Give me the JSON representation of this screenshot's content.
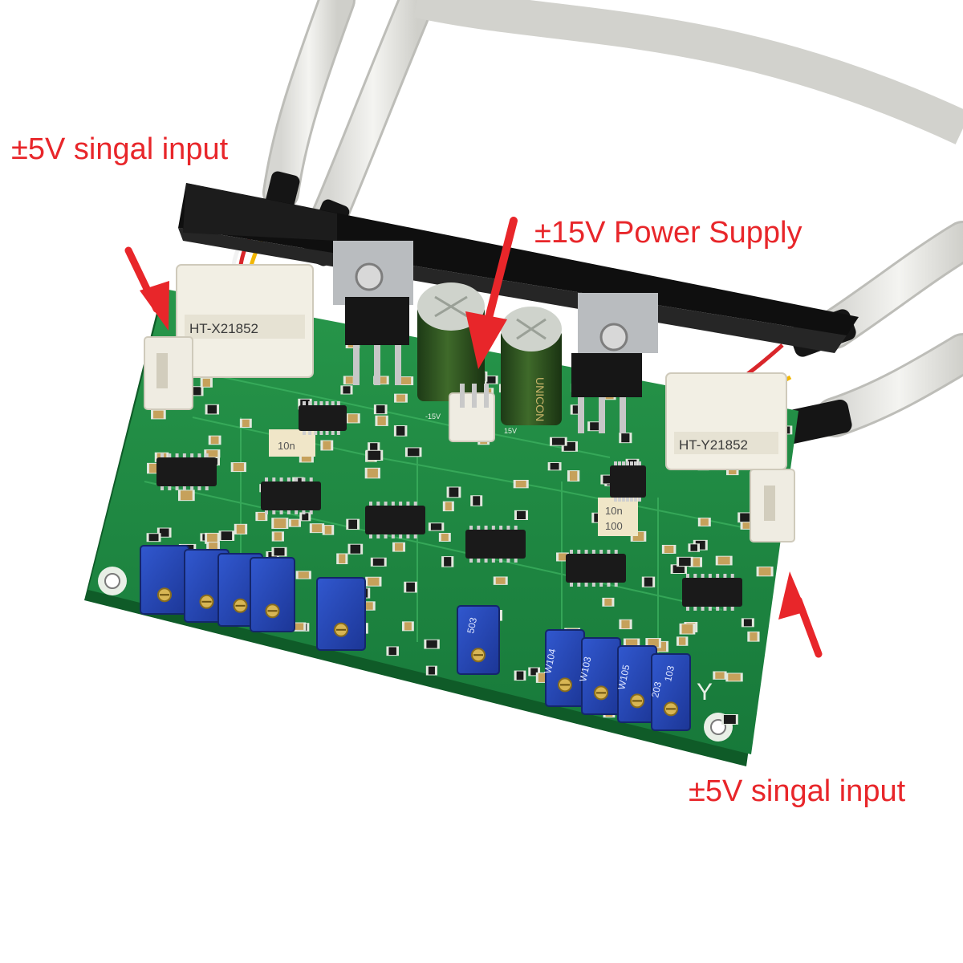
{
  "annotations": {
    "top_left": "±5V singal input",
    "power": "±15V Power Supply",
    "bottom_right": "±5V singal input"
  },
  "board_labels": {
    "x_connector": "HT-X21852",
    "y_connector": "HT-Y21852",
    "cap_left": "10n",
    "cap_right_top": "10n",
    "cap_right_bottom": "100",
    "neg_supply": "-15V",
    "pos_supply": "15V",
    "y_axis": "Y",
    "trimmer_a": "203",
    "trimmer_b": "503",
    "trimmer_c": "W104",
    "trimmer_d": "W103",
    "trimmer_e": "W105",
    "trimmer_f": "103"
  },
  "colors": {
    "annotation_text": "#e8262a",
    "arrow": "#e8262a",
    "pcb": "#1f8a3c",
    "heatsink": "#141414",
    "cable": "#e6e6e2",
    "trimmer": "#2748b8"
  }
}
